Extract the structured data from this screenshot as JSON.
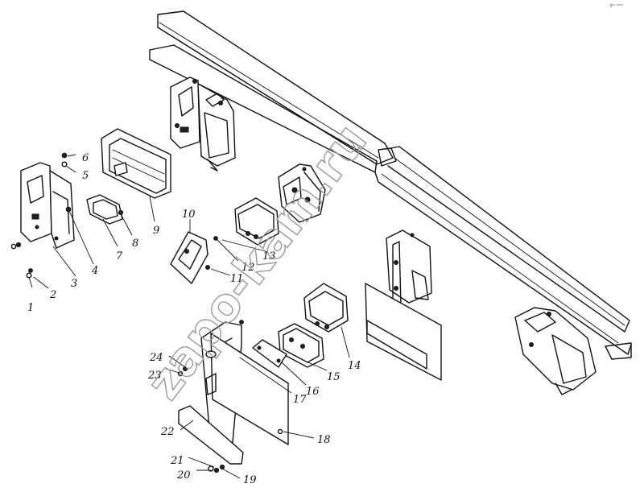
{
  "watermark": "zapo-kam.ru",
  "page_ref": "3ᴮ¹ ⁰⁰⁰⁰",
  "callouts": [
    {
      "n": "1",
      "label": "1"
    },
    {
      "n": "2",
      "label": "2"
    },
    {
      "n": "3",
      "label": "3"
    },
    {
      "n": "4",
      "label": "4"
    },
    {
      "n": "5",
      "label": "5"
    },
    {
      "n": "6",
      "label": "6"
    },
    {
      "n": "7",
      "label": "7"
    },
    {
      "n": "8",
      "label": "8"
    },
    {
      "n": "9",
      "label": "9"
    },
    {
      "n": "10",
      "label": "10"
    },
    {
      "n": "11",
      "label": "11"
    },
    {
      "n": "12",
      "label": "12"
    },
    {
      "n": "13",
      "label": "13"
    },
    {
      "n": "14",
      "label": "14"
    },
    {
      "n": "15",
      "label": "15"
    },
    {
      "n": "16",
      "label": "16"
    },
    {
      "n": "17",
      "label": "17"
    },
    {
      "n": "18",
      "label": "18"
    },
    {
      "n": "19",
      "label": "19"
    },
    {
      "n": "20",
      "label": "20"
    },
    {
      "n": "21",
      "label": "21"
    },
    {
      "n": "22",
      "label": "22"
    },
    {
      "n": "23",
      "label": "23"
    },
    {
      "n": "24",
      "label": "24"
    }
  ]
}
